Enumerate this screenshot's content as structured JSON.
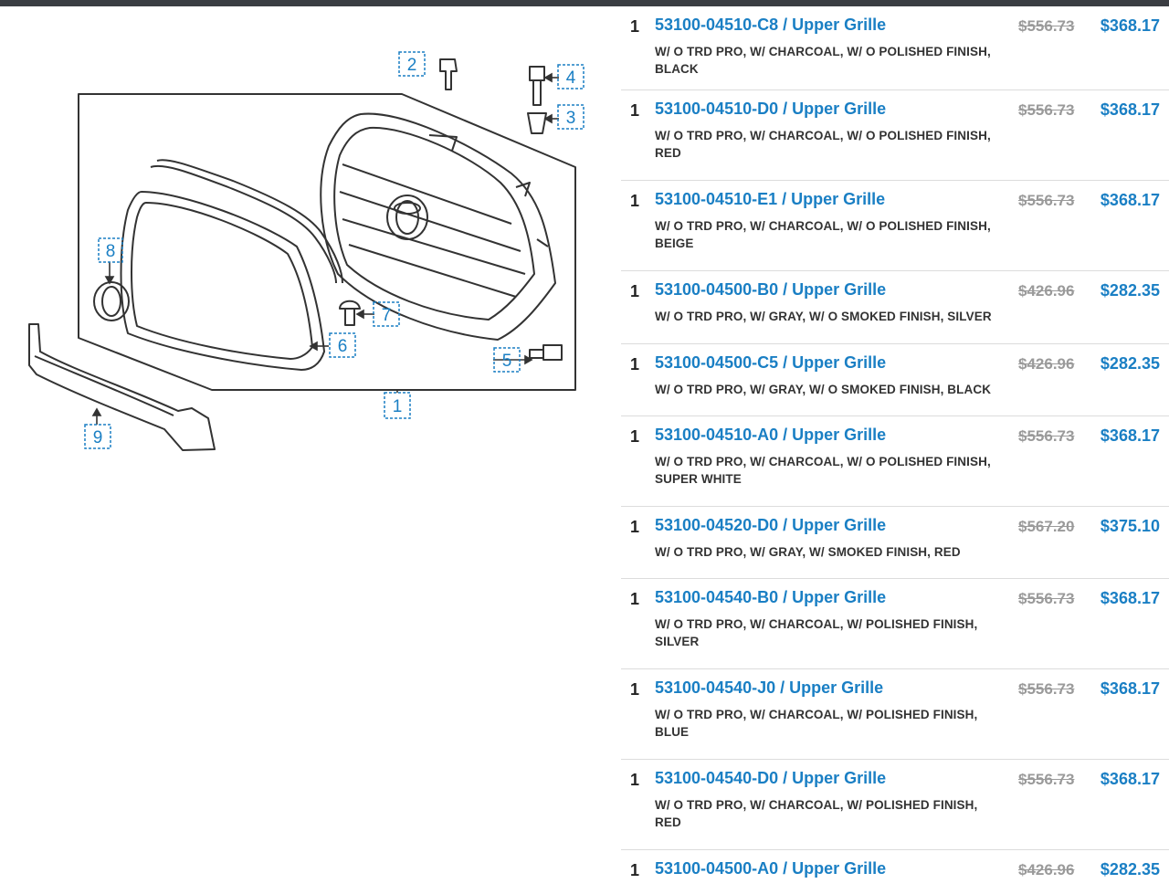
{
  "diagram": {
    "callouts": [
      "1",
      "2",
      "3",
      "4",
      "5",
      "6",
      "7",
      "8",
      "9"
    ]
  },
  "parts": [
    {
      "qty": "1",
      "title": "53100-04510-C8 / Upper Grille",
      "desc": "W/ O TRD PRO, W/ CHARCOAL, W/ O POLISHED FINISH, BLACK",
      "old_price": "$556.73",
      "new_price": "$368.17"
    },
    {
      "qty": "1",
      "title": "53100-04510-D0 / Upper Grille",
      "desc": "W/ O TRD PRO, W/ CHARCOAL, W/ O POLISHED FINISH, RED",
      "old_price": "$556.73",
      "new_price": "$368.17"
    },
    {
      "qty": "1",
      "title": "53100-04510-E1 / Upper Grille",
      "desc": "W/ O TRD PRO, W/ CHARCOAL, W/ O POLISHED FINISH, BEIGE",
      "old_price": "$556.73",
      "new_price": "$368.17"
    },
    {
      "qty": "1",
      "title": "53100-04500-B0 / Upper Grille",
      "desc": "W/ O TRD PRO, W/ GRAY, W/ O SMOKED FINISH, SILVER",
      "old_price": "$426.96",
      "new_price": "$282.35"
    },
    {
      "qty": "1",
      "title": "53100-04500-C5 / Upper Grille",
      "desc": "W/ O TRD PRO, W/ GRAY, W/ O SMOKED FINISH, BLACK",
      "old_price": "$426.96",
      "new_price": "$282.35"
    },
    {
      "qty": "1",
      "title": "53100-04510-A0 / Upper Grille",
      "desc": "W/ O TRD PRO, W/ CHARCOAL, W/ O POLISHED FINISH, SUPER WHITE",
      "old_price": "$556.73",
      "new_price": "$368.17"
    },
    {
      "qty": "1",
      "title": "53100-04520-D0 / Upper Grille",
      "desc": "W/ O TRD PRO, W/ GRAY, W/ SMOKED FINISH, RED",
      "old_price": "$567.20",
      "new_price": "$375.10"
    },
    {
      "qty": "1",
      "title": "53100-04540-B0 / Upper Grille",
      "desc": "W/ O TRD PRO, W/ CHARCOAL, W/ POLISHED FINISH, SILVER",
      "old_price": "$556.73",
      "new_price": "$368.17"
    },
    {
      "qty": "1",
      "title": "53100-04540-J0 / Upper Grille",
      "desc": "W/ O TRD PRO, W/ CHARCOAL, W/ POLISHED FINISH, BLUE",
      "old_price": "$556.73",
      "new_price": "$368.17"
    },
    {
      "qty": "1",
      "title": "53100-04540-D0 / Upper Grille",
      "desc": "W/ O TRD PRO, W/ CHARCOAL, W/ POLISHED FINISH, RED",
      "old_price": "$556.73",
      "new_price": "$368.17"
    },
    {
      "qty": "1",
      "title": "53100-04500-A0 / Upper Grille",
      "desc": "",
      "old_price": "$426.96",
      "new_price": "$282.35"
    }
  ]
}
